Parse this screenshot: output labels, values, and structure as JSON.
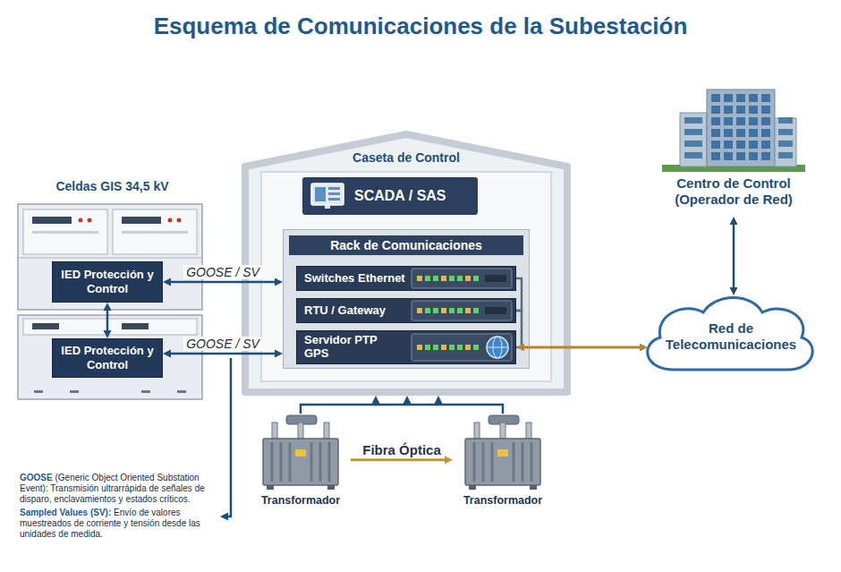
{
  "diagram": {
    "title": "Esquema de Comunicaciones de la Subestación",
    "nodes": [
      {
        "text": [
          "Celdas GIS 34,5 kV"
        ]
      },
      {
        "text": [
          "IED Protección y Control"
        ],
        "in": 0
      },
      {
        "text": [
          "IED Protección y Control"
        ],
        "in": 0
      },
      {
        "text": [
          "Caseta de Control"
        ]
      },
      {
        "text": [
          "SCADA / SAS"
        ],
        "in": 3
      },
      {
        "text": [
          "Rack de Comunicaciones"
        ],
        "in": 3
      },
      {
        "text": [
          "Switches Ethernet"
        ],
        "in": 5
      },
      {
        "text": [
          "RTU / Gateway"
        ],
        "in": 5
      },
      {
        "text": [
          "Servidor PTP GPS"
        ],
        "in": 5
      },
      {
        "text": [
          "Transformador"
        ]
      },
      {
        "text": [
          "Transformador"
        ]
      },
      {
        "text": [
          "Red de Telecomunicaciones"
        ]
      },
      {
        "text": [
          "Centro de Control (Operador de Red)"
        ]
      }
    ],
    "edges": [
      {
        "from": 1,
        "to": 5,
        "label": "GOOSE / SV",
        "arrow": "both"
      },
      {
        "from": 2,
        "to": 5,
        "label": "GOOSE / SV",
        "arrow": "both"
      },
      {
        "from": 1,
        "to": 2,
        "arrow": "both"
      },
      {
        "from": 6,
        "to": 7,
        "arrow": "none"
      },
      {
        "from": 7,
        "to": 8,
        "arrow": "none"
      },
      {
        "from": 8,
        "to": 11,
        "arrow": "both"
      },
      {
        "from": 12,
        "to": 11,
        "arrow": "both"
      },
      {
        "from": 9,
        "to": 3,
        "arrow": "to"
      },
      {
        "from": 10,
        "to": 3,
        "arrow": "to"
      },
      {
        "from": 9,
        "to": 10,
        "label": "Fibra Óptica",
        "arrow": "to"
      }
    ],
    "labels": [
      "GOOSE",
      "(Generic Object Oriented Substation Event): Transmisión ultrarrápida de señales de disparo, enclavamientos y estados críticos.",
      "Sampled Values (SV):",
      "Envío de valores muestreados de corriente y tensión desde las unidades de medida."
    ]
  }
}
